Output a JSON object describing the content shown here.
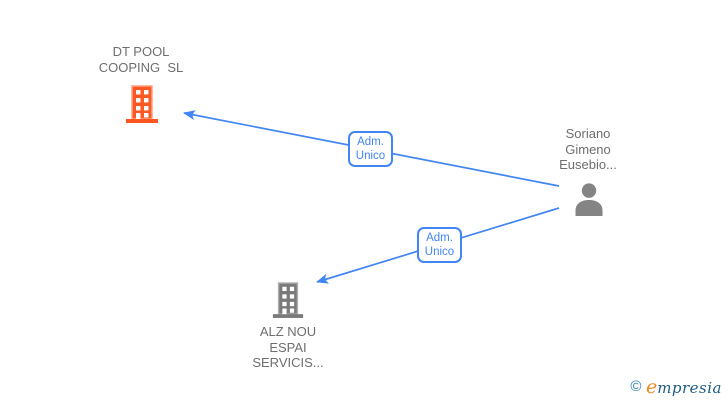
{
  "colors": {
    "edge": "#4285f4",
    "node_text": "#6e6e6e",
    "company_icon": "#ff5722",
    "company_icon_light": "#ffa183",
    "neutral_icon": "#7a7a7a",
    "neutral_icon_light": "#b0b0b0",
    "person_icon": "#848484",
    "logo_symbol": "#2e7ea8",
    "logo_initial": "#f08a24",
    "logo_text": "#1d5c82"
  },
  "nodes": [
    {
      "id": "dt-pool-cooping",
      "type": "company",
      "lines": [
        "DT POOL",
        "COOPING  SL"
      ]
    },
    {
      "id": "soriano-gimeno-eusebio",
      "type": "person",
      "lines": [
        "Soriano",
        "Gimeno",
        "Eusebio..."
      ]
    },
    {
      "id": "alz-nou-espai-servicis",
      "type": "company",
      "lines": [
        "ALZ NOU",
        "ESPAI",
        "SERVICIS..."
      ]
    }
  ],
  "edges": [
    {
      "from": "soriano-gimeno-eusebio",
      "to": "dt-pool-cooping",
      "label_lines": [
        "Adm.",
        "Unico"
      ]
    },
    {
      "from": "soriano-gimeno-eusebio",
      "to": "alz-nou-espai-servicis",
      "label_lines": [
        "Adm.",
        "Unico"
      ]
    }
  ],
  "watermark": {
    "copyright_symbol": "©",
    "brand_initial": "e",
    "brand_rest": "mpresia"
  }
}
